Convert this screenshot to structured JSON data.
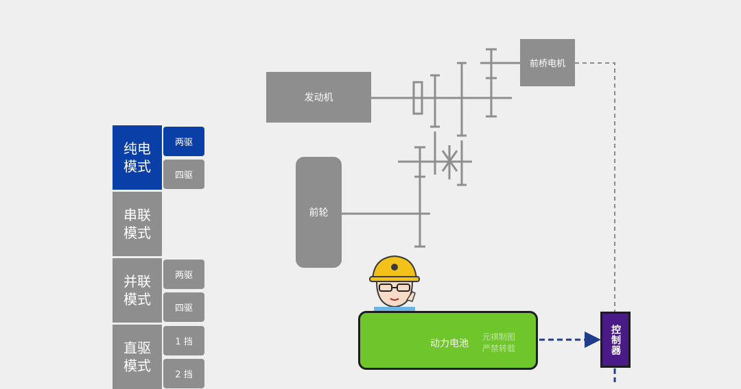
{
  "sidebar": {
    "modes": [
      {
        "label": "纯电模式",
        "active": true,
        "subs": [
          "两驱",
          "四驱"
        ],
        "active_sub": 0
      },
      {
        "label": "串联模式",
        "active": false,
        "subs": []
      },
      {
        "label": "并联模式",
        "active": false,
        "subs": [
          "两驱",
          "四驱"
        ]
      },
      {
        "label": "直驱模式",
        "active": false,
        "subs": [
          "1 挡",
          "2 挡"
        ]
      }
    ]
  },
  "diagram": {
    "engine": "发动机",
    "front_motor": "前桥电机",
    "front_wheel": "前轮",
    "battery": "动力电池",
    "controller": "控制器",
    "watermark": [
      "元祺制图",
      "严禁转载"
    ]
  },
  "colors": {
    "background": "#efefef",
    "block_gray": "#8f8e8e",
    "active_blue": "#0b3fa8",
    "battery_green": "#6ec62a",
    "controller_purple": "#4a1a86",
    "signal_line": "#1f3d8a",
    "dashed_gray": "#8a8a8a"
  },
  "icons": [
    "mascot-engineer-icon"
  ]
}
